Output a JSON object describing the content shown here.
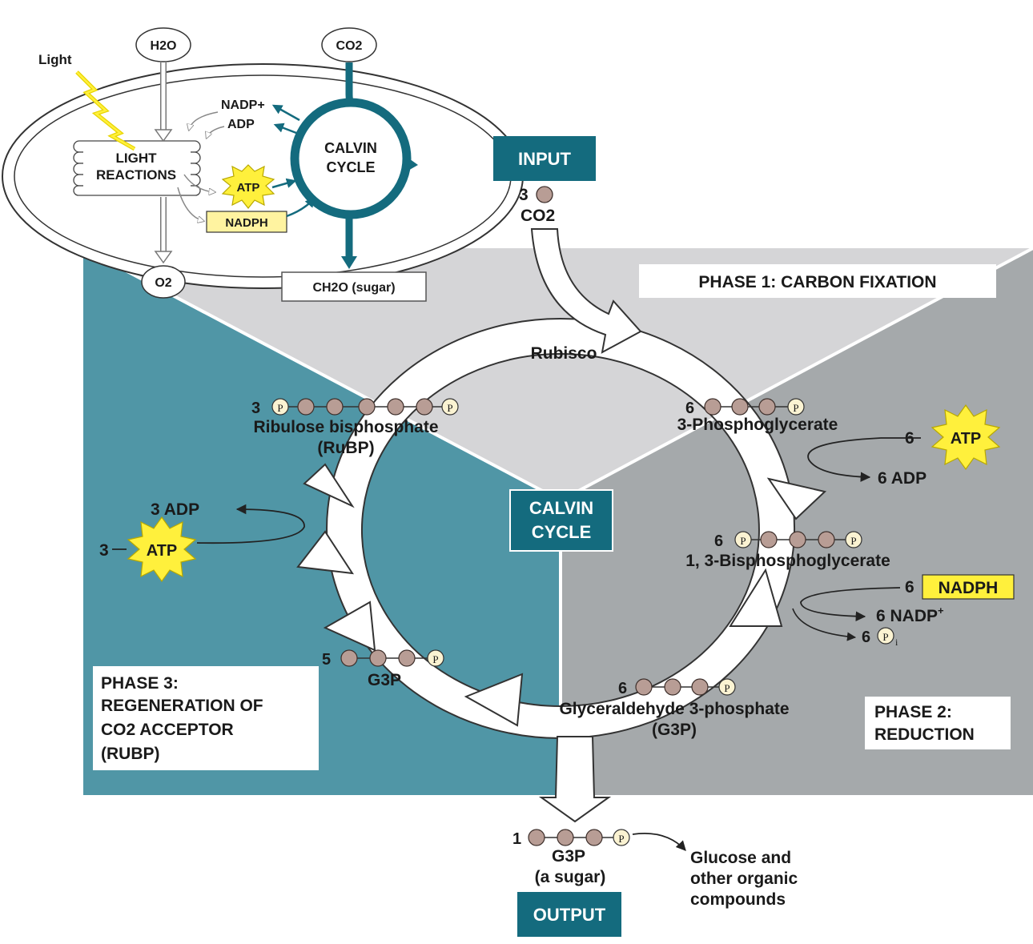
{
  "overview": {
    "light": "Light",
    "h2o": "H2O",
    "co2": "CO2",
    "o2": "O2",
    "light_reactions_line1": "LIGHT",
    "light_reactions_line2": "REACTIONS",
    "calvin_line1": "CALVIN",
    "calvin_line2": "CYCLE",
    "nadp_plus": "NADP+",
    "adp": "ADP",
    "atp": "ATP",
    "nadph": "NADPH",
    "sugar": "CH2O (sugar)"
  },
  "input": {
    "badge": "INPUT",
    "count": "3",
    "molecule": "CO2"
  },
  "phases": {
    "phase1": "PHASE 1: CARBON FIXATION",
    "phase2_line1": "PHASE 2:",
    "phase2_line2": "REDUCTION",
    "phase3_line1": "PHASE 3:",
    "phase3_line2": "REGENERATION OF",
    "phase3_line3": "CO2 ACCEPTOR",
    "phase3_line4": "(RUBP)"
  },
  "center": {
    "line1": "CALVIN",
    "line2": "CYCLE"
  },
  "cycle": {
    "rubisco": "Rubisco",
    "rubp_count": "3",
    "rubp_name": "Ribulose bisphosphate",
    "rubp_abbr": "(RuBP)",
    "pga_count": "6",
    "pga_name": "3-Phosphoglycerate",
    "bpg_count": "6",
    "bpg_name": "1, 3-Bisphosphoglycerate",
    "g3p_count": "6",
    "g3p_name": "Glyceraldehyde 3-phosphate",
    "g3p_abbr": "(G3P)",
    "g3p5_count": "5",
    "g3p5_name": "G3P",
    "p_symbol": "P"
  },
  "cofactors": {
    "atp6_count": "6",
    "atp6": "ATP",
    "adp6": "6 ADP",
    "nadph6_count": "6",
    "nadph6": "NADPH",
    "nadp6": "6 NADP",
    "nadp6_sup": "+",
    "pi6": "6",
    "pi_sub": "i",
    "atp3_count": "3",
    "atp3": "ATP",
    "adp3": "3 ADP"
  },
  "output": {
    "count": "1",
    "g3p": "G3P",
    "g3p_desc": "(a sugar)",
    "badge": "OUTPUT",
    "products_line1": "Glucose and",
    "products_line2": "other organic",
    "products_line3": "compounds"
  },
  "colors": {
    "teal": "#146b7e",
    "phase3_bg": "#5096a6",
    "phase1_bg": "#d5d5d7",
    "phase2_bg": "#a5a9ab",
    "atp_yellow": "#fff03c",
    "carbon_ball": "#b89d95"
  }
}
